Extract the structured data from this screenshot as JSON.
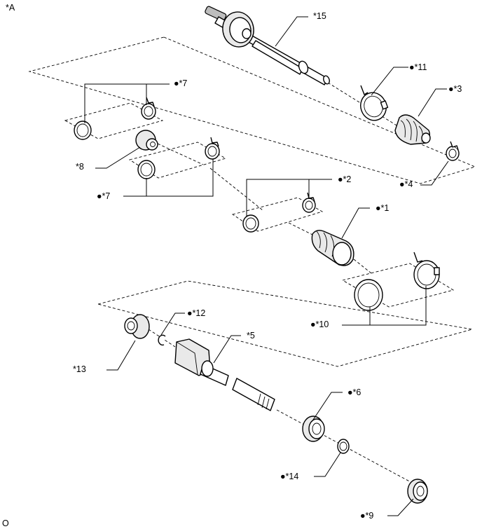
{
  "view_label": "*A",
  "footer_code": "O",
  "labels": {
    "l15": "*15",
    "l11": "●*11",
    "l3": "●*3",
    "l7a": "●*7",
    "l8": "*8",
    "l4": "●*4",
    "l2": "●*2",
    "l7b": "●*7",
    "l1": "●*1",
    "l10": "●*10",
    "l12": "●*12",
    "l5": "*5",
    "l13": "*13",
    "l6": "●*6",
    "l14": "●*14",
    "l9": "●*9"
  }
}
